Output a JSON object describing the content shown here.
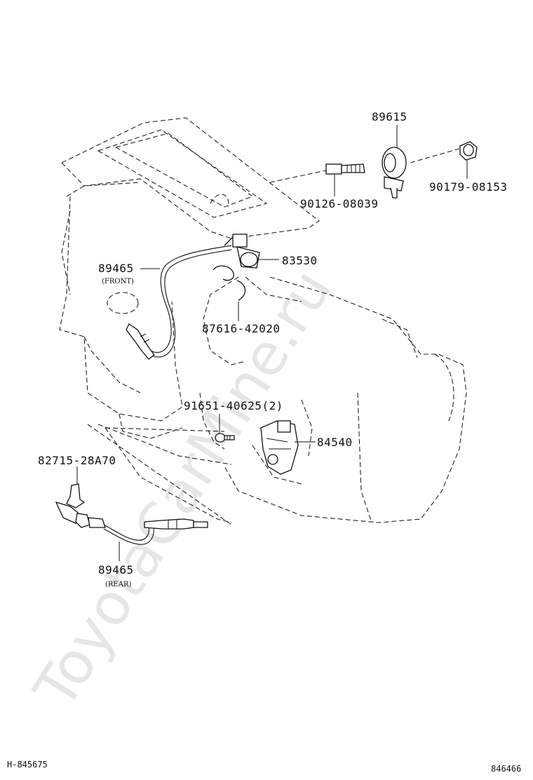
{
  "watermark": "ToyotaCarMine.ru",
  "parts": {
    "knock_sensor": "89615",
    "knock_sensor_nut": "90179-08153",
    "knock_sensor_stud": "90126-08039",
    "oxygen_sensor_front": "89465",
    "front_note": "(FRONT)",
    "oil_pressure_switch": "83530",
    "clamp": "87616-42020",
    "bolt": "91651-40625(2)",
    "neutral_start_switch": "84540",
    "bracket": "82715-28A70",
    "oxygen_sensor_rear": "89465",
    "rear_note": "(REAR)"
  },
  "footer": {
    "left_ref": "H-845675",
    "right_ref": "846466"
  }
}
